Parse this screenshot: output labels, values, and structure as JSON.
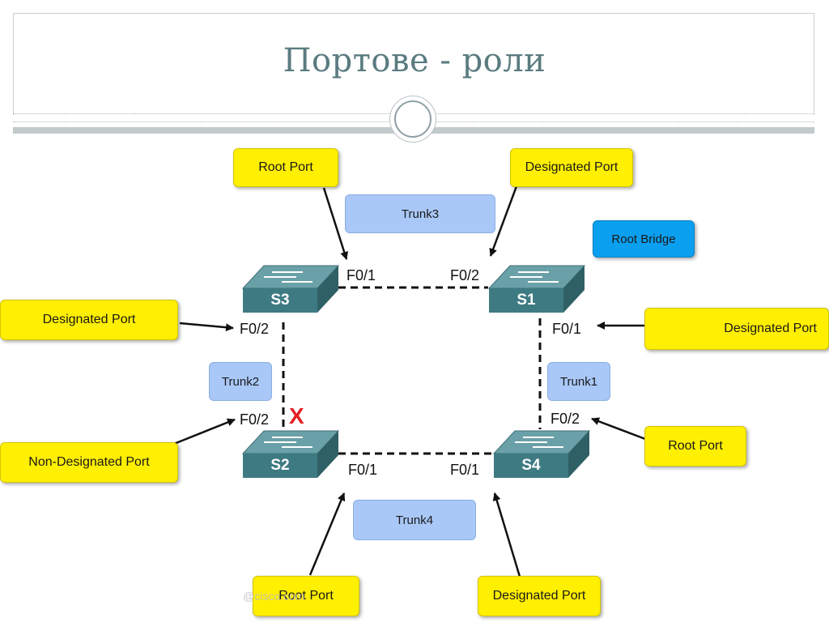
{
  "slide": {
    "title": "Портове - роли",
    "watermark": "@cisco.com"
  },
  "colors": {
    "title": "#5a7b80",
    "port_role_label": "#ffef00",
    "trunk_label": "#a9c8f7",
    "root_bridge_label": "#0b9ff0",
    "switch_body": "#4f8a92"
  },
  "diagram": {
    "root_bridge": "Root Bridge",
    "switches": {
      "s1": "S1",
      "s2": "S2",
      "s3": "S3",
      "s4": "S4"
    },
    "trunks": {
      "trunk1": "Trunk1",
      "trunk2": "Trunk2",
      "trunk3": "Trunk3",
      "trunk4": "Trunk4"
    },
    "ports": {
      "s3_f01": "F0/1",
      "s3_f02": "F0/2",
      "s1_f02": "F0/2",
      "s1_f01": "F0/1",
      "s2_f02": "F0/2",
      "s2_f01": "F0/1",
      "s4_f02": "F0/2",
      "s4_f01": "F0/1"
    },
    "roles": {
      "s3_f01": "Root Port",
      "s1_f02": "Designated Port",
      "s3_f02": "Designated Port",
      "s1_f01": "Designated Port",
      "s2_f02": "Non-Designated Port",
      "s4_f02": "Root Port",
      "s2_f01": "Root Port",
      "s4_f01": "Designated Port"
    },
    "blocked_marker": "X"
  }
}
